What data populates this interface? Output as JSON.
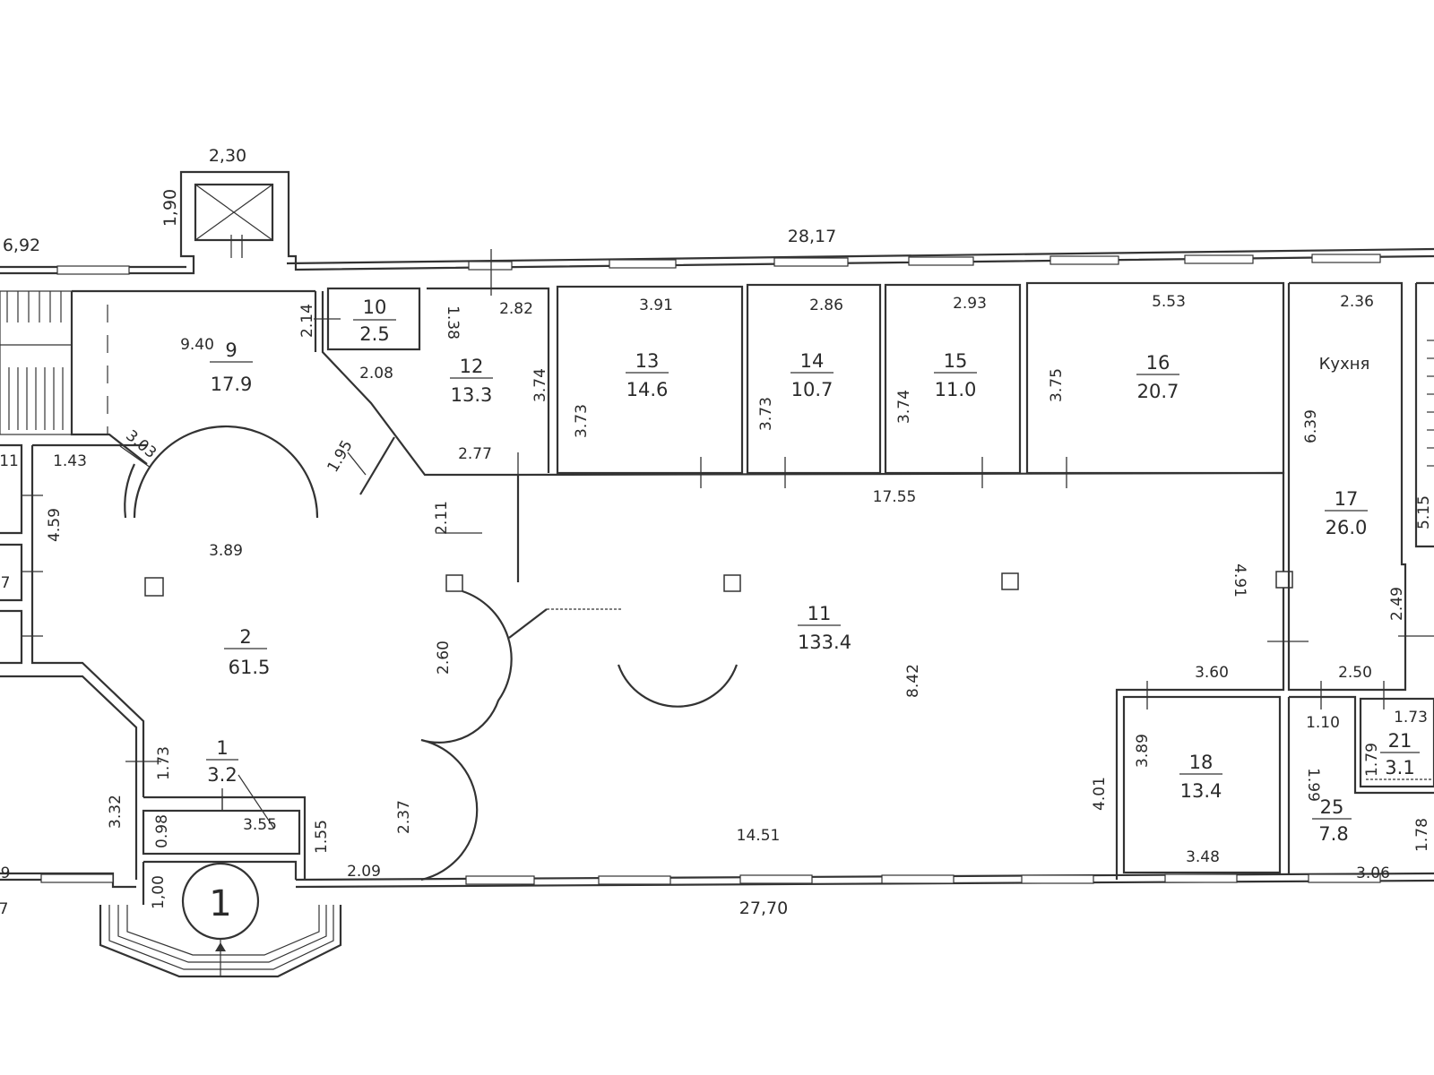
{
  "rooms": [
    {
      "id": "1",
      "num": "1",
      "area": "3.2"
    },
    {
      "id": "2",
      "num": "2",
      "area": "61.5"
    },
    {
      "id": "9",
      "num": "9",
      "area": "17.9"
    },
    {
      "id": "10",
      "num": "10",
      "area": "2.5"
    },
    {
      "id": "11",
      "num": "11",
      "area": "133.4"
    },
    {
      "id": "12",
      "num": "12",
      "area": "13.3"
    },
    {
      "id": "13",
      "num": "13",
      "area": "14.6"
    },
    {
      "id": "14",
      "num": "14",
      "area": "10.7"
    },
    {
      "id": "15",
      "num": "15",
      "area": "11.0"
    },
    {
      "id": "16",
      "num": "16",
      "area": "20.7"
    },
    {
      "id": "17",
      "num": "17",
      "area": "26.0"
    },
    {
      "id": "18",
      "num": "18",
      "area": "13.4"
    },
    {
      "id": "21",
      "num": "21",
      "area": "3.1"
    },
    {
      "id": "25",
      "num": "25",
      "area": "7.8"
    }
  ],
  "labels": {
    "kitchen": "Кухня",
    "entrance": "1"
  },
  "overall": {
    "top_main": "28,17",
    "top_left": "6,92",
    "bottom": "27,70",
    "elevator_w": "2,30",
    "elevator_h": "1,90"
  },
  "dims": {
    "r9_w": "9.40",
    "r9_s": "2.14",
    "r9_a": "1.38",
    "r10_b": "2.08",
    "r12_w": "2.82",
    "r12_h": "3.74",
    "r12_b": "2.77",
    "r13_w": "3.91",
    "r13_h": "3.73",
    "r14_w": "2.86",
    "r14_h": "3.73",
    "r15_w": "2.93",
    "r15_h": "3.74",
    "r16_w": "5.53",
    "r16_h": "3.75",
    "r17_w": "2.36",
    "r17_h": "6.39",
    "r17_s": "2.49",
    "r17_b": "2.50",
    "r2_a": "3.03",
    "r2_b": "1.95",
    "r2_c": "1.43",
    "r2_d": "3.89",
    "r2_e": "4.59",
    "r2_f": "2.11",
    "r2_g": "2.60",
    "r2_h": "2.37",
    "r2_i": "2.09",
    "r1_a": "1.73",
    "r1_b": "3.32",
    "r1_c": "0.98",
    "r1_d": "3.55",
    "r1_e": "1.55",
    "r1_f": "1,00",
    "r11_a": "17.55",
    "r11_b": "4.91",
    "r11_c": "8.42",
    "r11_d": "14.51",
    "r11_e": "3.60",
    "r11_f": "4.01",
    "r18_h": "3.89",
    "r18_w": "3.48",
    "r21_a": "1.73",
    "r21_b": "1.79",
    "r25_a": "1.10",
    "r25_b": "1.99",
    "r25_c": "1.78",
    "r25_d": "3.06",
    "edge_a": "11",
    "edge_b": "9",
    "edge_c": "7",
    "edge_d": "7",
    "edge_e": "5.15"
  }
}
